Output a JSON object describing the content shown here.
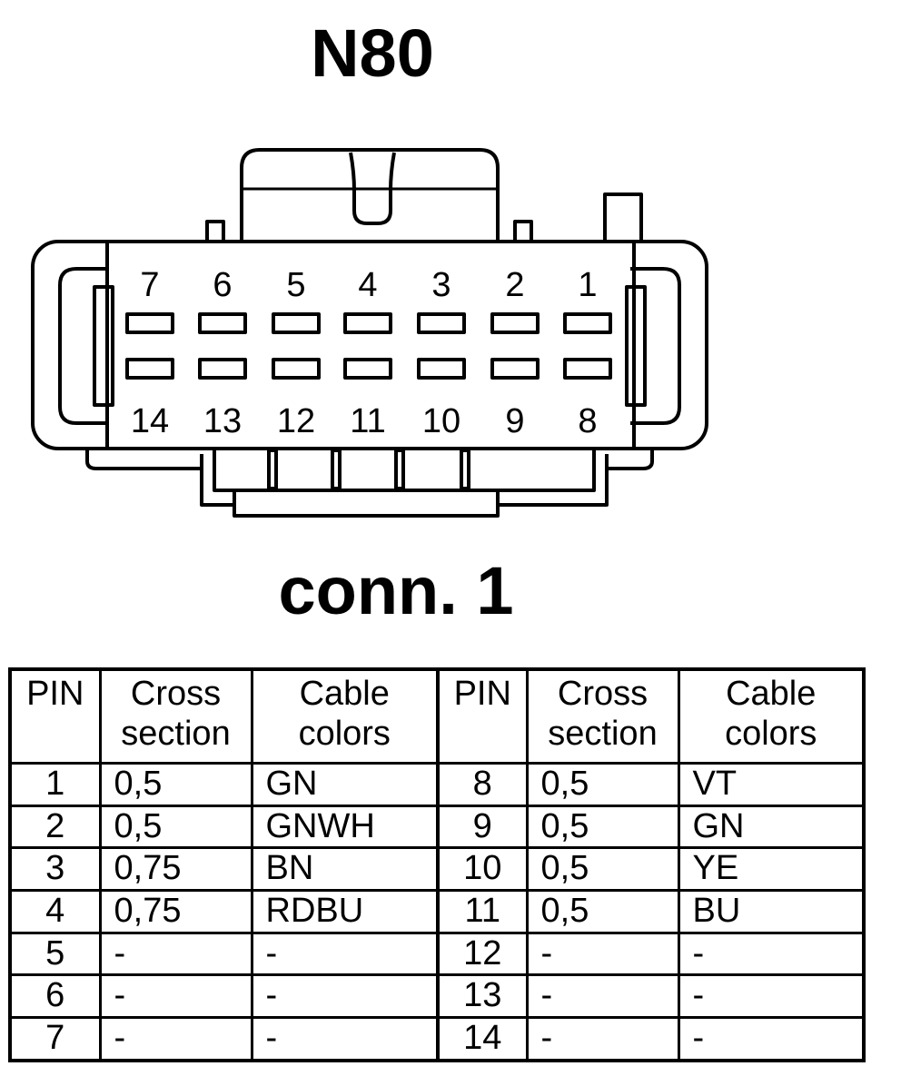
{
  "title": "N80",
  "connector_label": "conn. 1",
  "connector": {
    "top_pins": [
      "7",
      "6",
      "5",
      "4",
      "3",
      "2",
      "1"
    ],
    "bottom_pins": [
      "14",
      "13",
      "12",
      "11",
      "10",
      "9",
      "8"
    ]
  },
  "table": {
    "headers": {
      "pin": "PIN",
      "cross_line1": "Cross",
      "cross_line2": "section",
      "cable_line1": "Cable",
      "cable_line2": "colors"
    },
    "rows": [
      {
        "pin_a": "1",
        "cross_a": "0,5",
        "color_a": "GN",
        "pin_b": "8",
        "cross_b": "0,5",
        "color_b": "VT"
      },
      {
        "pin_a": "2",
        "cross_a": "0,5",
        "color_a": "GNWH",
        "pin_b": "9",
        "cross_b": "0,5",
        "color_b": "GN"
      },
      {
        "pin_a": "3",
        "cross_a": "0,75",
        "color_a": "BN",
        "pin_b": "10",
        "cross_b": "0,5",
        "color_b": "YE"
      },
      {
        "pin_a": "4",
        "cross_a": "0,75",
        "color_a": "RDBU",
        "pin_b": "11",
        "cross_b": "0,5",
        "color_b": "BU"
      },
      {
        "pin_a": "5",
        "cross_a": "-",
        "color_a": "-",
        "pin_b": "12",
        "cross_b": "-",
        "color_b": "-"
      },
      {
        "pin_a": "6",
        "cross_a": "-",
        "color_a": "-",
        "pin_b": "13",
        "cross_b": "-",
        "color_b": "-"
      },
      {
        "pin_a": "7",
        "cross_a": "-",
        "color_a": "-",
        "pin_b": "14",
        "cross_b": "-",
        "color_b": "-"
      }
    ]
  }
}
